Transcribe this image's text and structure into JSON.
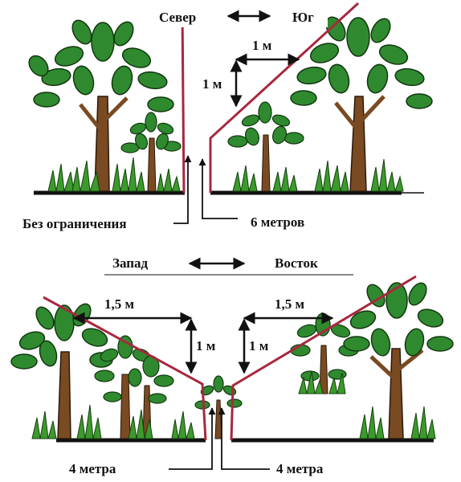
{
  "top": {
    "north_label": "Север",
    "south_label": "Юг",
    "dim_horizontal": "1 м",
    "dim_vertical": "1 м",
    "left_caption": "Без ограничения",
    "right_caption": "6 метров"
  },
  "bottom": {
    "west_label": "Запад",
    "east_label": "Восток",
    "left_dim_horizontal": "1,5 м",
    "left_dim_vertical": "1 м",
    "right_dim_horizontal": "1,5 м",
    "right_dim_vertical": "1 м",
    "left_caption": "4 метра",
    "right_caption": "4 метра"
  },
  "colors": {
    "boundary_line": "#a8283e",
    "leaf": "#2f8a2f",
    "leaf_dark": "#1f5e1f",
    "trunk": "#7a4a22",
    "grass": "#3c9a2c",
    "ground": "#111111"
  }
}
